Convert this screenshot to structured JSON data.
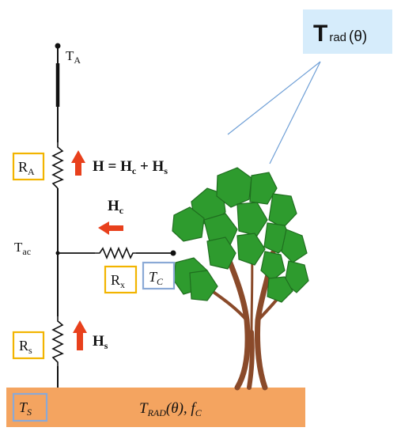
{
  "radiometer": {
    "symbol": "T",
    "subscript": "rad",
    "angle": "(θ)",
    "box_color": "#d6ecfb"
  },
  "labels": {
    "ta_main": "T",
    "ta_sub": "A",
    "tac_main": "T",
    "tac_sub": "ac",
    "ra_main": "R",
    "ra_sub": "A",
    "rs_main": "R",
    "rs_sub": "s",
    "rx_main": "R",
    "rx_sub": "x",
    "tc_main": "T",
    "tc_sub": "C",
    "ts_main": "T",
    "ts_sub": "S",
    "h_eq_h": "H = H",
    "h_eq_c": "c",
    "h_eq_plus": " + H",
    "h_eq_s": "s",
    "hc_main": "H",
    "hc_sub": "c",
    "hs_main": "H",
    "hs_sub": "s",
    "ground_t": "T",
    "ground_sub": "RAD",
    "ground_rest": "(θ), f",
    "ground_fc_sub": "C"
  },
  "colors": {
    "resistance_box": "#f2b400",
    "temperature_box": "#8aa9d6",
    "arrow": "#e8401c",
    "soil": "#f4a460",
    "leaf": "#2e9b2e",
    "leaf_edge": "#1f6e1f",
    "trunk": "#8a4a2a",
    "view_lines": "#6f9fd6"
  }
}
